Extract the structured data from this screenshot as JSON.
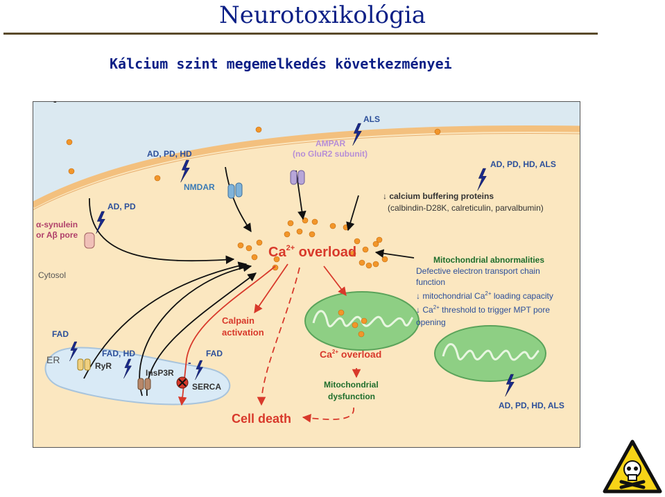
{
  "header": {
    "title": "Neurotoxikológia",
    "subtitle": "Kálcium szint megemelkedés következményei"
  },
  "figure": {
    "top_mark": "-",
    "labels": {
      "cytosol": "Cytosol",
      "er": "ER",
      "als_top": "ALS",
      "ampar": "AMPAR",
      "ampar_note": "(no GluR2 subunit)",
      "ad_pd_hd_top": "AD, PD, HD",
      "nmdar": "NMDAR",
      "ad_pd_hd_als_top": "AD, PD, HD, ALS",
      "buffering": "↓ calcium buffering proteins",
      "buffering_list": "(calbindin-D28K, calreticulin, parvalbumin)",
      "ad_pd_left": "AD, PD",
      "synuclein": "α-synulein",
      "abeta_pore": "or Aβ pore",
      "ca": "Ca",
      "ca_sup": "2+",
      "overload": " overload",
      "mito_title": "Mitochondrial abnormalities",
      "mito_1": "Defective electron transport chain",
      "mito_1b": "function",
      "mito_2": "↓ mitochondrial Ca",
      "mito_2_sup": "2+",
      "mito_2_end": " loading capacity",
      "mito_3": "↓ Ca",
      "mito_3_sup": "2+",
      "mito_3_end": " threshold to trigger MPT pore",
      "mito_3b": "opening",
      "calpain": "Calpain",
      "activation": "activation",
      "ca_overload_small": "Ca",
      "ca_overload_small_sup": "2+",
      "ca_overload_small_end": " overload",
      "mito_dys_1": "Mitochondrial",
      "mito_dys_2": "dysfunction",
      "cell_death": "Cell death",
      "fad_1": "FAD",
      "ryr": "RyR",
      "fad_hd": "FAD, HD",
      "insp3r": "InsP3R",
      "fad_2": "FAD",
      "serca": "SERCA",
      "serca_minus": "-",
      "ad_pd_hd_als_bottom": "AD, PD, HD, ALS"
    },
    "colors": {
      "outside": "#dbe9f1",
      "cytosol": "#fbe7c0",
      "membrane": "#f3c07e",
      "dot": "#f2962a",
      "red": "#d8392b",
      "mito": "#8ecf84",
      "er": "#d9eaf6",
      "text_dark": "#333333",
      "text_blue": "#2c4f9a",
      "text_green": "#1f6e2c"
    }
  },
  "warning_sign": {
    "icon": "skull-and-crossbones-warning-icon"
  }
}
